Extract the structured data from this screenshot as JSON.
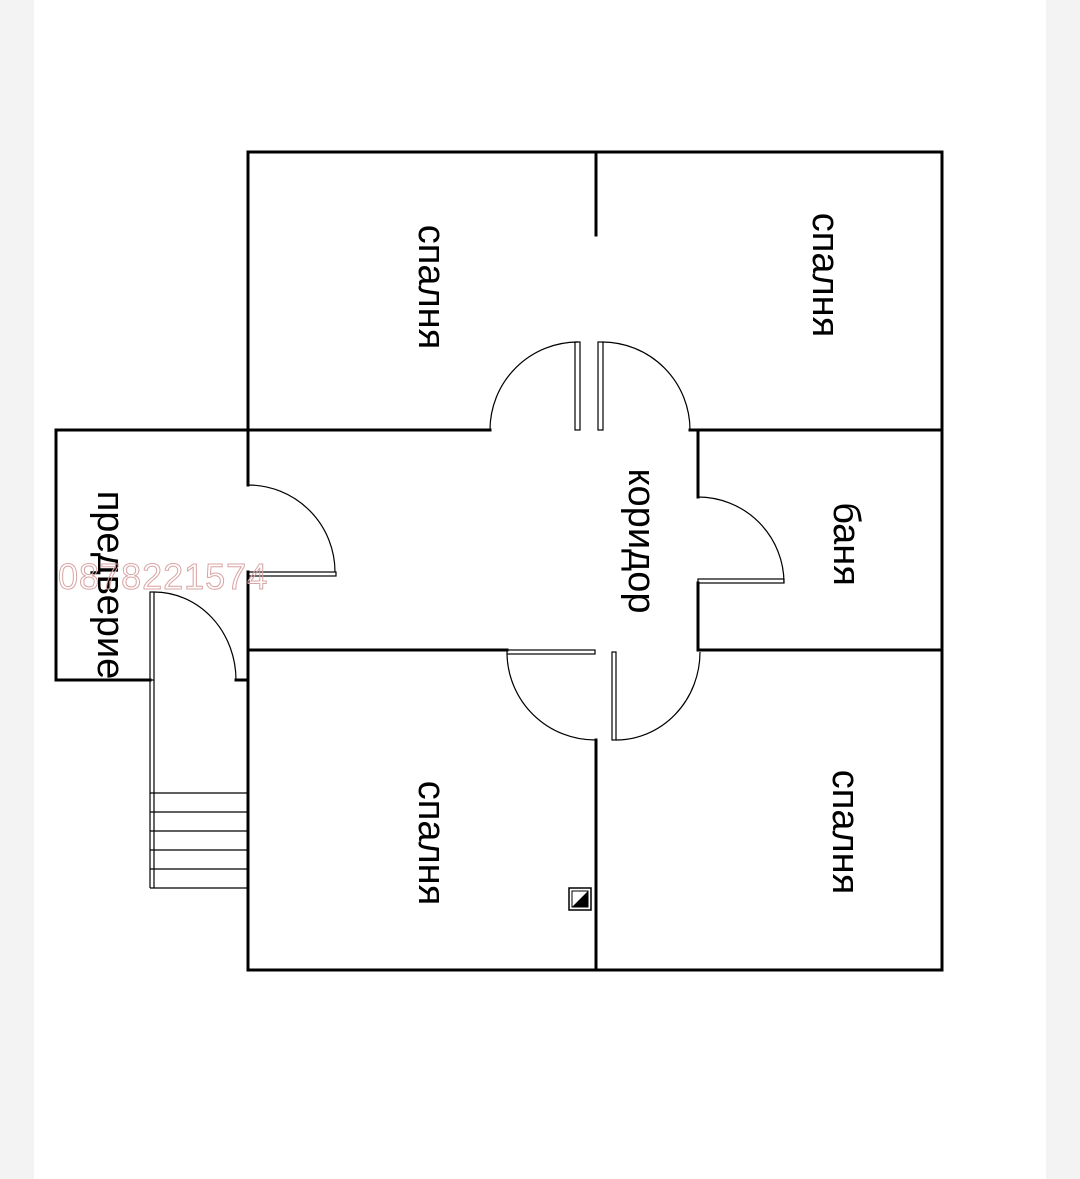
{
  "rooms": {
    "bedroom_top_left": "спалня",
    "bedroom_top_right": "спалня",
    "bedroom_bottom_left": "спалня",
    "bedroom_bottom_right": "спалня",
    "bathroom": "баня",
    "corridor": "коридор",
    "vestibule": "предверие"
  },
  "watermark": "0878221574",
  "colors": {
    "walls": "#000000",
    "watermark": "#d9a3a3",
    "background": "#ffffff"
  }
}
